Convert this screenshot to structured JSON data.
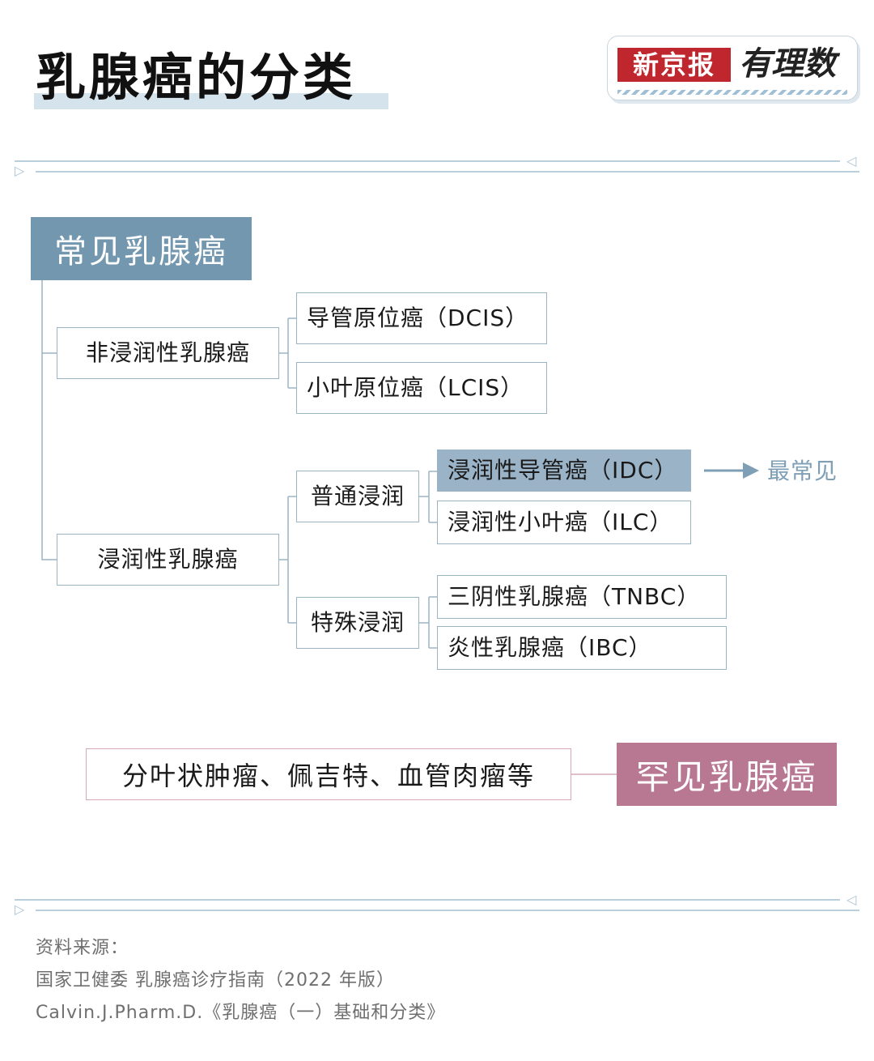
{
  "title": "乳腺癌的分类",
  "logo": {
    "left_text": "新京报",
    "right_text": "有理数"
  },
  "common": {
    "header": "常见乳腺癌",
    "non_invasive": {
      "label": "非浸润性乳腺癌",
      "items": [
        "导管原位癌（DCIS）",
        "小叶原位癌（LCIS）"
      ]
    },
    "invasive": {
      "label": "浸润性乳腺癌",
      "ordinary": {
        "label": "普通浸润",
        "items": [
          "浸润性导管癌（IDC）",
          "浸润性小叶癌（ILC）"
        ]
      },
      "special": {
        "label": "特殊浸润",
        "items": [
          "三阴性乳腺癌（TNBC）",
          "炎性乳腺癌（IBC）"
        ]
      }
    },
    "most_common_label": "最常见"
  },
  "rare": {
    "header": "罕见乳腺癌",
    "list": "分叶状肿瘤、佩吉特、血管肉瘤等"
  },
  "sources": {
    "heading": "资料来源：",
    "lines": [
      "国家卫健委 乳腺癌诊疗指南（2022 年版）",
      "Calvin.J.Pharm.D.《乳腺癌（一）基础和分类》"
    ]
  },
  "colors": {
    "common_header": "#7397af",
    "highlight": "#9ab3c6",
    "rare_header": "#b97892",
    "logo_red": "#c0262d"
  }
}
